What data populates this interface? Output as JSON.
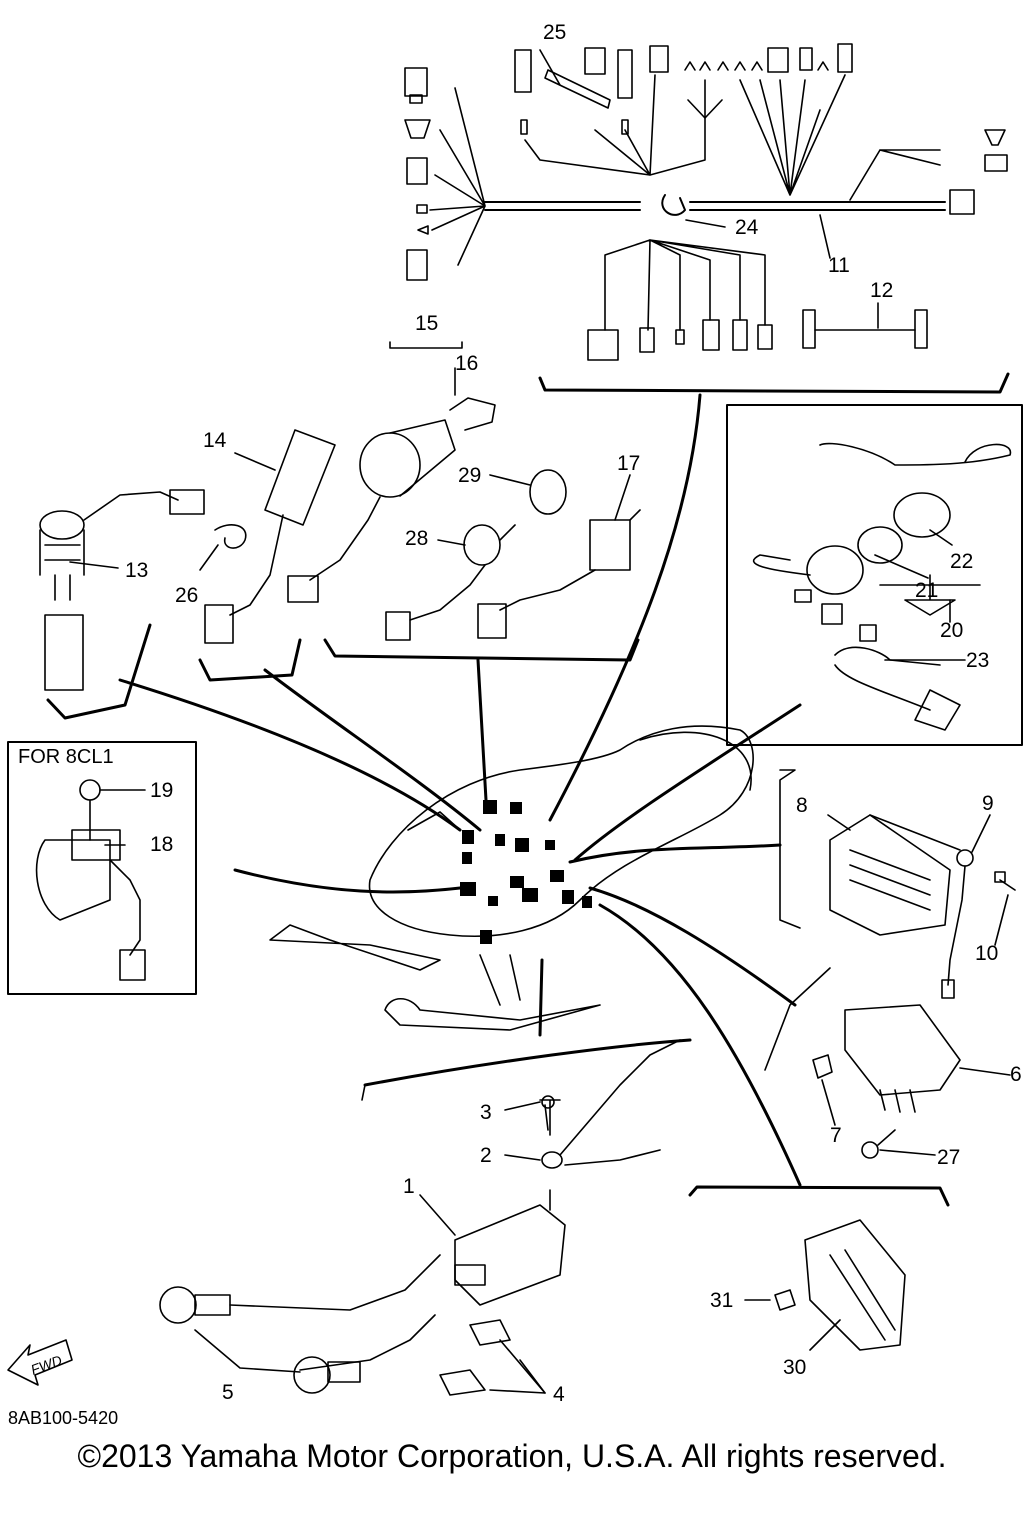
{
  "diagram_code": "8AB100-5420",
  "copyright": "©2013 Yamaha Motor Corporation, U.S.A. All rights reserved.",
  "variant_box_label": "FOR 8CL1",
  "fwd_arrow_label": "FWD",
  "callouts": [
    {
      "id": "c1",
      "text": "1"
    },
    {
      "id": "c2",
      "text": "2"
    },
    {
      "id": "c3",
      "text": "3"
    },
    {
      "id": "c4",
      "text": "4"
    },
    {
      "id": "c5",
      "text": "5"
    },
    {
      "id": "c6",
      "text": "6"
    },
    {
      "id": "c7",
      "text": "7"
    },
    {
      "id": "c8",
      "text": "8"
    },
    {
      "id": "c9",
      "text": "9"
    },
    {
      "id": "c10",
      "text": "10"
    },
    {
      "id": "c11",
      "text": "11"
    },
    {
      "id": "c12",
      "text": "12"
    },
    {
      "id": "c13",
      "text": "13"
    },
    {
      "id": "c14",
      "text": "14"
    },
    {
      "id": "c15",
      "text": "15"
    },
    {
      "id": "c16",
      "text": "16"
    },
    {
      "id": "c17",
      "text": "17"
    },
    {
      "id": "c18",
      "text": "18"
    },
    {
      "id": "c19",
      "text": "19"
    },
    {
      "id": "c20",
      "text": "20"
    },
    {
      "id": "c21",
      "text": "21"
    },
    {
      "id": "c22",
      "text": "22"
    },
    {
      "id": "c23",
      "text": "23"
    },
    {
      "id": "c24",
      "text": "24"
    },
    {
      "id": "c25",
      "text": "25"
    },
    {
      "id": "c26",
      "text": "26"
    },
    {
      "id": "c27",
      "text": "27"
    },
    {
      "id": "c28",
      "text": "28"
    },
    {
      "id": "c29",
      "text": "29"
    },
    {
      "id": "c30",
      "text": "30"
    },
    {
      "id": "c31",
      "text": "31"
    }
  ],
  "colors": {
    "line": "#000000",
    "background": "#ffffff",
    "fill": "#ffffff"
  }
}
